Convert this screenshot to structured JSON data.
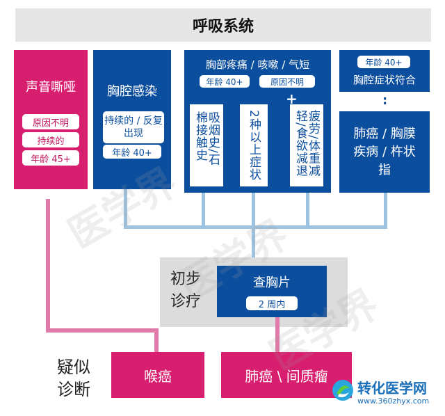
{
  "title": "呼吸系统",
  "col1": {
    "heading": "声音嘶哑",
    "tags": [
      "原因不明",
      "持续的",
      "年龄 45+"
    ]
  },
  "col2": {
    "heading": "胸腔感染",
    "tag1": "持续的 / 反复出现",
    "tag2": "年龄 40+"
  },
  "col3": {
    "heading": "胸部疼痛 / 咳嗽 / 气短",
    "tag_age": "年龄 40+",
    "tag_reason": "原因不明",
    "plus": "+",
    "v1a": "吸烟史/石",
    "v1b": "棉接触史",
    "v2": "2种以上症状",
    "v3a": "疲劳/体重减",
    "v3b": "轻/食欲减退"
  },
  "col4": {
    "tag": "年龄 40+",
    "heading": "胸腔症状符合",
    "colon": ":",
    "result": "肺癌 / 胸膜疾病 / 杵状指"
  },
  "xray": {
    "label": "查胸片",
    "sub": "2 周内",
    "side": "初步诊疗"
  },
  "diagnosis": {
    "side": "疑似诊断",
    "laryngeal": "喉癌",
    "lung": "肺癌 \\ 间质瘤"
  },
  "watermark": [
    "医学界",
    "医学界",
    "医学界"
  ],
  "logo": {
    "name": "转化医学网",
    "url": "www.360zhyx.com"
  },
  "colors": {
    "pink": "#d81e6e",
    "blue": "#0b4e9e",
    "light_blue": "#9ec3e0",
    "light_pink": "#e07aa8",
    "gray": "#dcdcdc"
  }
}
